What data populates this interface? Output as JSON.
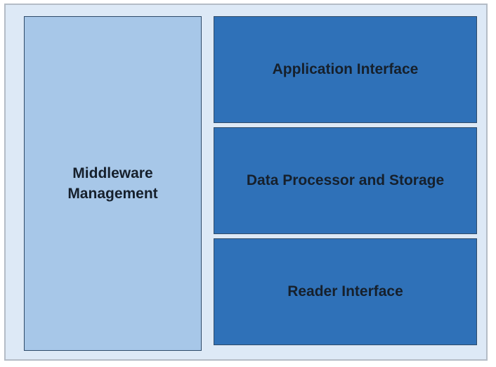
{
  "colors": {
    "frame_background": "#dde9f6",
    "frame_border": "#b4bcc6",
    "middleware_block": "#a7c7e8",
    "layer_block": "#2f71b8",
    "block_border": "#2f4b69",
    "text": "#16202c"
  },
  "middleware": {
    "line1": "Middleware",
    "line2": "Management"
  },
  "layers": [
    {
      "label": "Application Interface"
    },
    {
      "label": "Data Processor and Storage"
    },
    {
      "label": "Reader Interface"
    }
  ]
}
